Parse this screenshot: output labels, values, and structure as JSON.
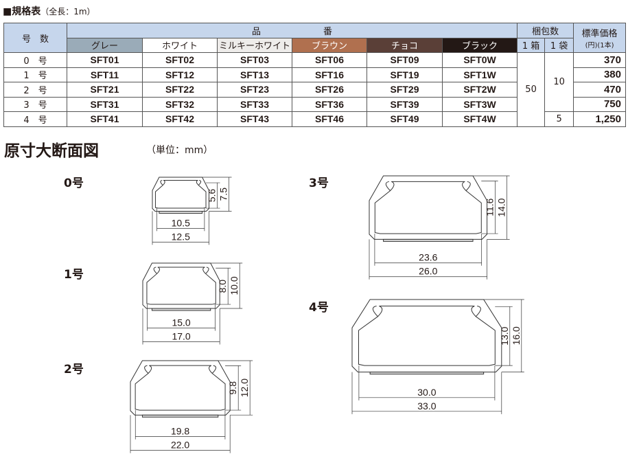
{
  "title": {
    "main": "■規格表",
    "sub": "（全長：1m）"
  },
  "table": {
    "h_size": "号　数",
    "h_code": "品　　　　　　　番",
    "h_pack": "梱包数",
    "h_price": "標準価格",
    "h_price_sub": "(円)(1本)",
    "h_box": "1 箱",
    "h_bag": "1 袋",
    "colors": [
      "グレー",
      "ホワイト",
      "ミルキーホワイト",
      "ブラウン",
      "チョコ",
      "ブラック"
    ],
    "rows": [
      {
        "size": "0　号",
        "codes": [
          "SFT01",
          "SFT02",
          "SFT03",
          "SFT06",
          "SFT09",
          "SFT0W"
        ],
        "price": "370"
      },
      {
        "size": "1　号",
        "codes": [
          "SFT11",
          "SFT12",
          "SFT13",
          "SFT16",
          "SFT19",
          "SFT1W"
        ],
        "price": "380"
      },
      {
        "size": "2　号",
        "codes": [
          "SFT21",
          "SFT22",
          "SFT23",
          "SFT26",
          "SFT29",
          "SFT2W"
        ],
        "price": "470"
      },
      {
        "size": "3　号",
        "codes": [
          "SFT31",
          "SFT32",
          "SFT33",
          "SFT36",
          "SFT39",
          "SFT3W"
        ],
        "price": "750"
      },
      {
        "size": "4　号",
        "codes": [
          "SFT41",
          "SFT42",
          "SFT43",
          "SFT46",
          "SFT49",
          "SFT4W"
        ],
        "price": "1,250"
      }
    ],
    "box_qty": "50",
    "bag_qty_0_3": "10",
    "bag_qty_4": "5"
  },
  "section": {
    "title": "原寸大断面図",
    "unit": "（単位：mm）"
  },
  "diagrams": [
    {
      "label": "0号",
      "inner_w": "10.5",
      "outer_w": "12.5",
      "inner_h": "5.6",
      "outer_h": "7.5"
    },
    {
      "label": "1号",
      "inner_w": "15.0",
      "outer_w": "17.0",
      "inner_h": "8.0",
      "outer_h": "10.0"
    },
    {
      "label": "2号",
      "inner_w": "19.8",
      "outer_w": "22.0",
      "inner_h": "9.8",
      "outer_h": "12.0"
    },
    {
      "label": "3号",
      "inner_w": "23.6",
      "outer_w": "26.0",
      "inner_h": "11.6",
      "outer_h": "14.0"
    },
    {
      "label": "4号",
      "inner_w": "30.0",
      "outer_w": "33.0",
      "inner_h": "13.0",
      "outer_h": "16.0"
    }
  ],
  "colors": {
    "header": "#c6d6ec",
    "line": "#555555"
  }
}
